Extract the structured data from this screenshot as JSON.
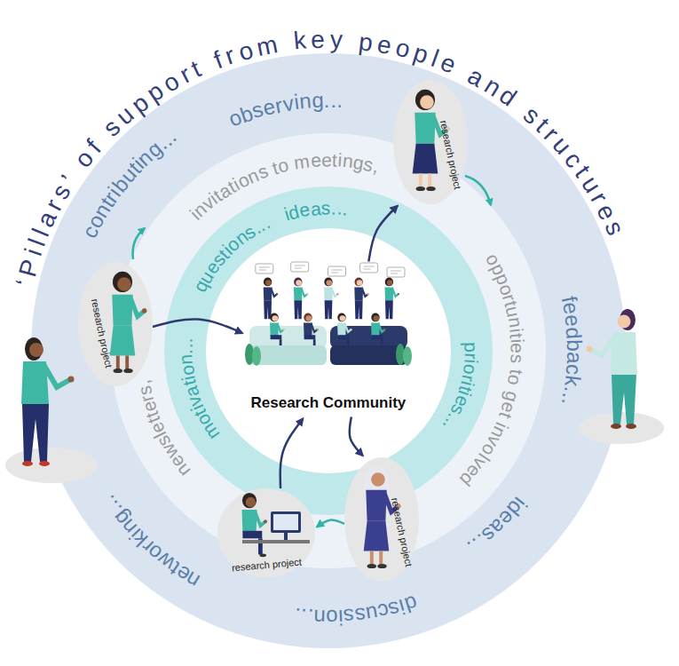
{
  "diagram": {
    "title": "‘Pillars’ of support from key people and structures",
    "nodes": [
      {
        "text": [
          "Research Community"
        ]
      },
      {
        "text": [
          "research project"
        ]
      },
      {
        "text": [
          "research project"
        ]
      },
      {
        "text": [
          "research project"
        ]
      },
      {
        "text": [
          "research project"
        ]
      }
    ],
    "edges": [
      {
        "from": 0,
        "to": 2,
        "arrow": "to"
      },
      {
        "from": 0,
        "to": 3,
        "arrow": "to"
      },
      {
        "from": 3,
        "to": 4,
        "arrow": "to"
      },
      {
        "from": 4,
        "to": 0,
        "arrow": "to"
      },
      {
        "from": 1,
        "to": 0,
        "arrow": "to"
      }
    ],
    "labels": [
      "observing...",
      "contributing...",
      "feedback...",
      "ideas...",
      "discussion...",
      "networking...",
      "invitations to meetings,",
      "opportunities to get involved",
      "newsletters,",
      "questions...",
      "ideas...",
      "priorities...",
      "motivation..."
    ]
  }
}
